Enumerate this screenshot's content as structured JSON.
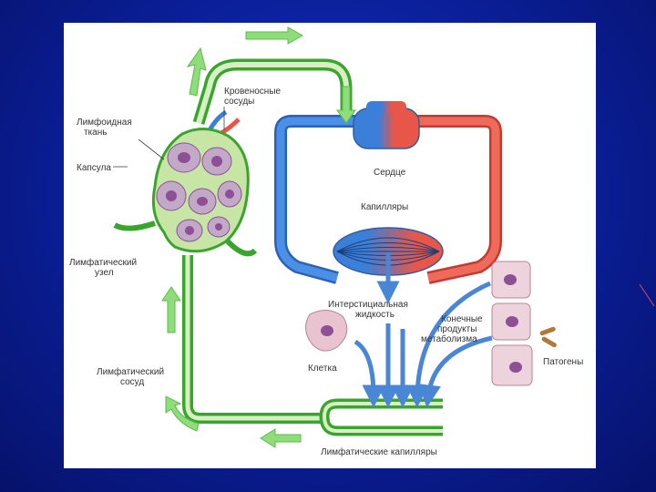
{
  "labels": {
    "blood_vessels": [
      "Кровеносные",
      "сосуды"
    ],
    "lymphoid_tissue": [
      "Лимфоидная",
      "ткань"
    ],
    "capsule": "Капсула",
    "heart": "Сердце",
    "capillaries": "Капилляры",
    "lymph_node": [
      "Лимфатический",
      "узел"
    ],
    "interstitial_fluid": [
      "Интерстициальная",
      "жидкость"
    ],
    "metabolic_products": [
      "Конечные",
      "продукты",
      "метаболизма"
    ],
    "cell": "Клетка",
    "pathogens": "Патогены",
    "lymph_vessel": [
      "Лимфатический",
      "сосуд"
    ],
    "lymph_capillaries": "Лимфатические капилляры"
  },
  "colors": {
    "background": "#0a1e96",
    "lymph_green": "#4fbf3a",
    "lymph_light": "#d6f0c4",
    "vein_blue": "#3b7fd9",
    "artery_red": "#e8564a",
    "arrow_blue": "#4a86d6",
    "cell_pink": "#e9c3cf",
    "nucleus_purple": "#8d4f96",
    "pathogen_brown": "#b07a3c"
  }
}
